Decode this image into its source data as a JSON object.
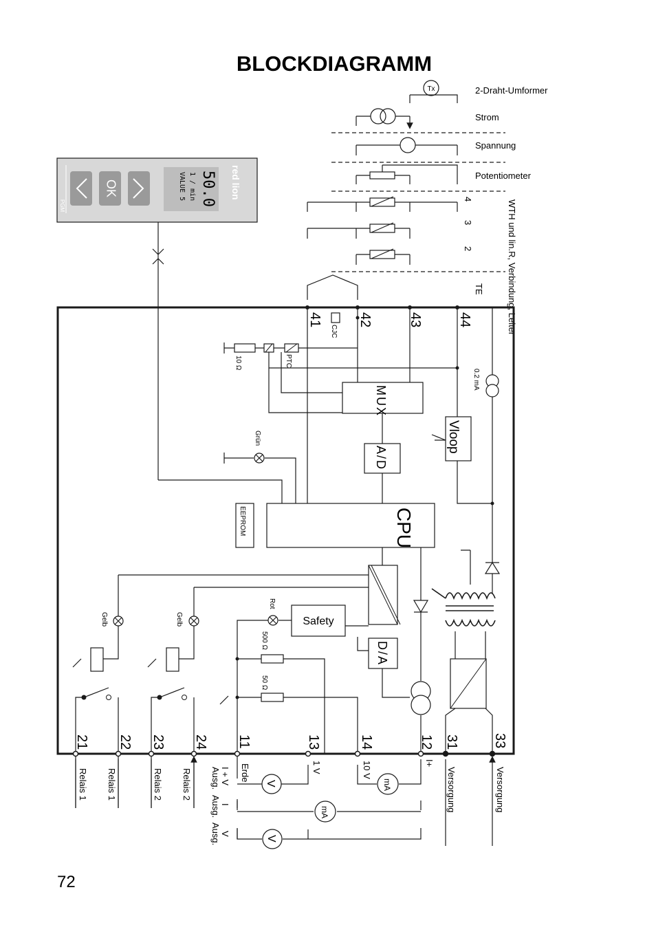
{
  "title": "BLOCKDIAGRAMM",
  "page_number": "72",
  "inputs": {
    "two_wire": "2-Draht-Umformer",
    "current": "Strom",
    "voltage": "Spannung",
    "potentiometer": "Potentiometer",
    "rtd": "WTH und lin.R, Verbindung, Leiter",
    "rtd_wires": [
      "4",
      "3",
      "2"
    ],
    "tc": "TE",
    "tx": "Tx"
  },
  "front_panel": {
    "display_value": "50.0",
    "unit": "1 / min",
    "value_label": "VALUE 5",
    "ok_label": "OK",
    "pgm_label": "PGM",
    "brand": "red lion"
  },
  "blocks": {
    "mux": "MUX",
    "ad": "A/D",
    "cpu": "CPU",
    "eeprom": "EEPROM",
    "safety": "Safety",
    "da": "D/A",
    "vloop": "Vloop",
    "cjc": "CJC",
    "ptc": "PTC",
    "r10": "10 Ω",
    "r500": "500 Ω",
    "r50": "50 Ω",
    "current_source": "0.2 mA"
  },
  "leds": {
    "green": "Grün",
    "red": "Rot",
    "yellow1": "Gelb",
    "yellow2": "Gelb"
  },
  "terminals": [
    "41",
    "42",
    "43",
    "44",
    "21",
    "22",
    "23",
    "24",
    "11",
    "13",
    "14",
    "12",
    "31",
    "33"
  ],
  "bottom_labels": {
    "relay1a": "Relais 1",
    "relay1b": "Relais 1",
    "relay2a": "Relais 2",
    "relay2b": "Relais 2",
    "earth": "Erde",
    "out_i_v": "I + V",
    "out_i": "I",
    "out_v": "V",
    "ausg1": "Ausg.",
    "ausg2": "Ausg.",
    "ausg3": "Ausg.",
    "v1": "1 V",
    "v10": "10 V",
    "plus": "I+",
    "supply1": "Versorgung",
    "supply2": "Versorgung",
    "meter_v": "V",
    "meter_ma": "mA"
  }
}
